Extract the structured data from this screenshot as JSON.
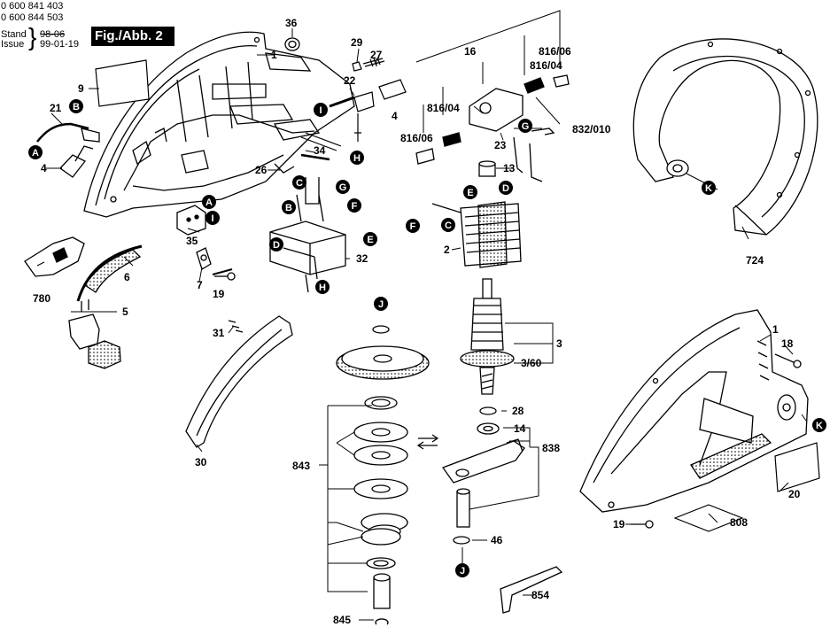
{
  "header": {
    "part_number_1": "0 600 841 403",
    "part_number_2": "0 600 844 503",
    "stand_label": "Stand",
    "issue_label": "Issue",
    "stand_date_struck": "98-06",
    "issue_date": "99-01-19",
    "figure_label": "Fig./Abb. 2"
  },
  "callouts": {
    "p1a": "1",
    "p1b": "1",
    "p2": "2",
    "p3": "3",
    "p3_60": "3/60",
    "p4a": "4",
    "p4b": "4",
    "p5": "5",
    "p6": "6",
    "p7": "7",
    "p9": "9",
    "p13": "13",
    "p14": "14",
    "p16": "16",
    "p18": "18",
    "p19a": "19",
    "p19b": "19",
    "p20": "20",
    "p21": "21",
    "p22": "22",
    "p23": "23",
    "p26": "26",
    "p27": "27",
    "p28": "28",
    "p29": "29",
    "p30": "30",
    "p31": "31",
    "p32": "32",
    "p34": "34",
    "p35": "35",
    "p36": "36",
    "p46": "46",
    "p724": "724",
    "p780": "780",
    "p808": "808",
    "p816_04a": "816/04",
    "p816_04b": "816/04",
    "p816_06a": "816/06",
    "p816_06b": "816/06",
    "p832_010": "832/010",
    "p838": "838",
    "p843": "843",
    "p845": "845",
    "p854": "854"
  },
  "markers": {
    "A": "A",
    "B": "B",
    "C": "C",
    "D": "D",
    "E": "E",
    "F": "F",
    "G": "G",
    "H": "H",
    "I": "I",
    "J": "J",
    "K": "K"
  }
}
